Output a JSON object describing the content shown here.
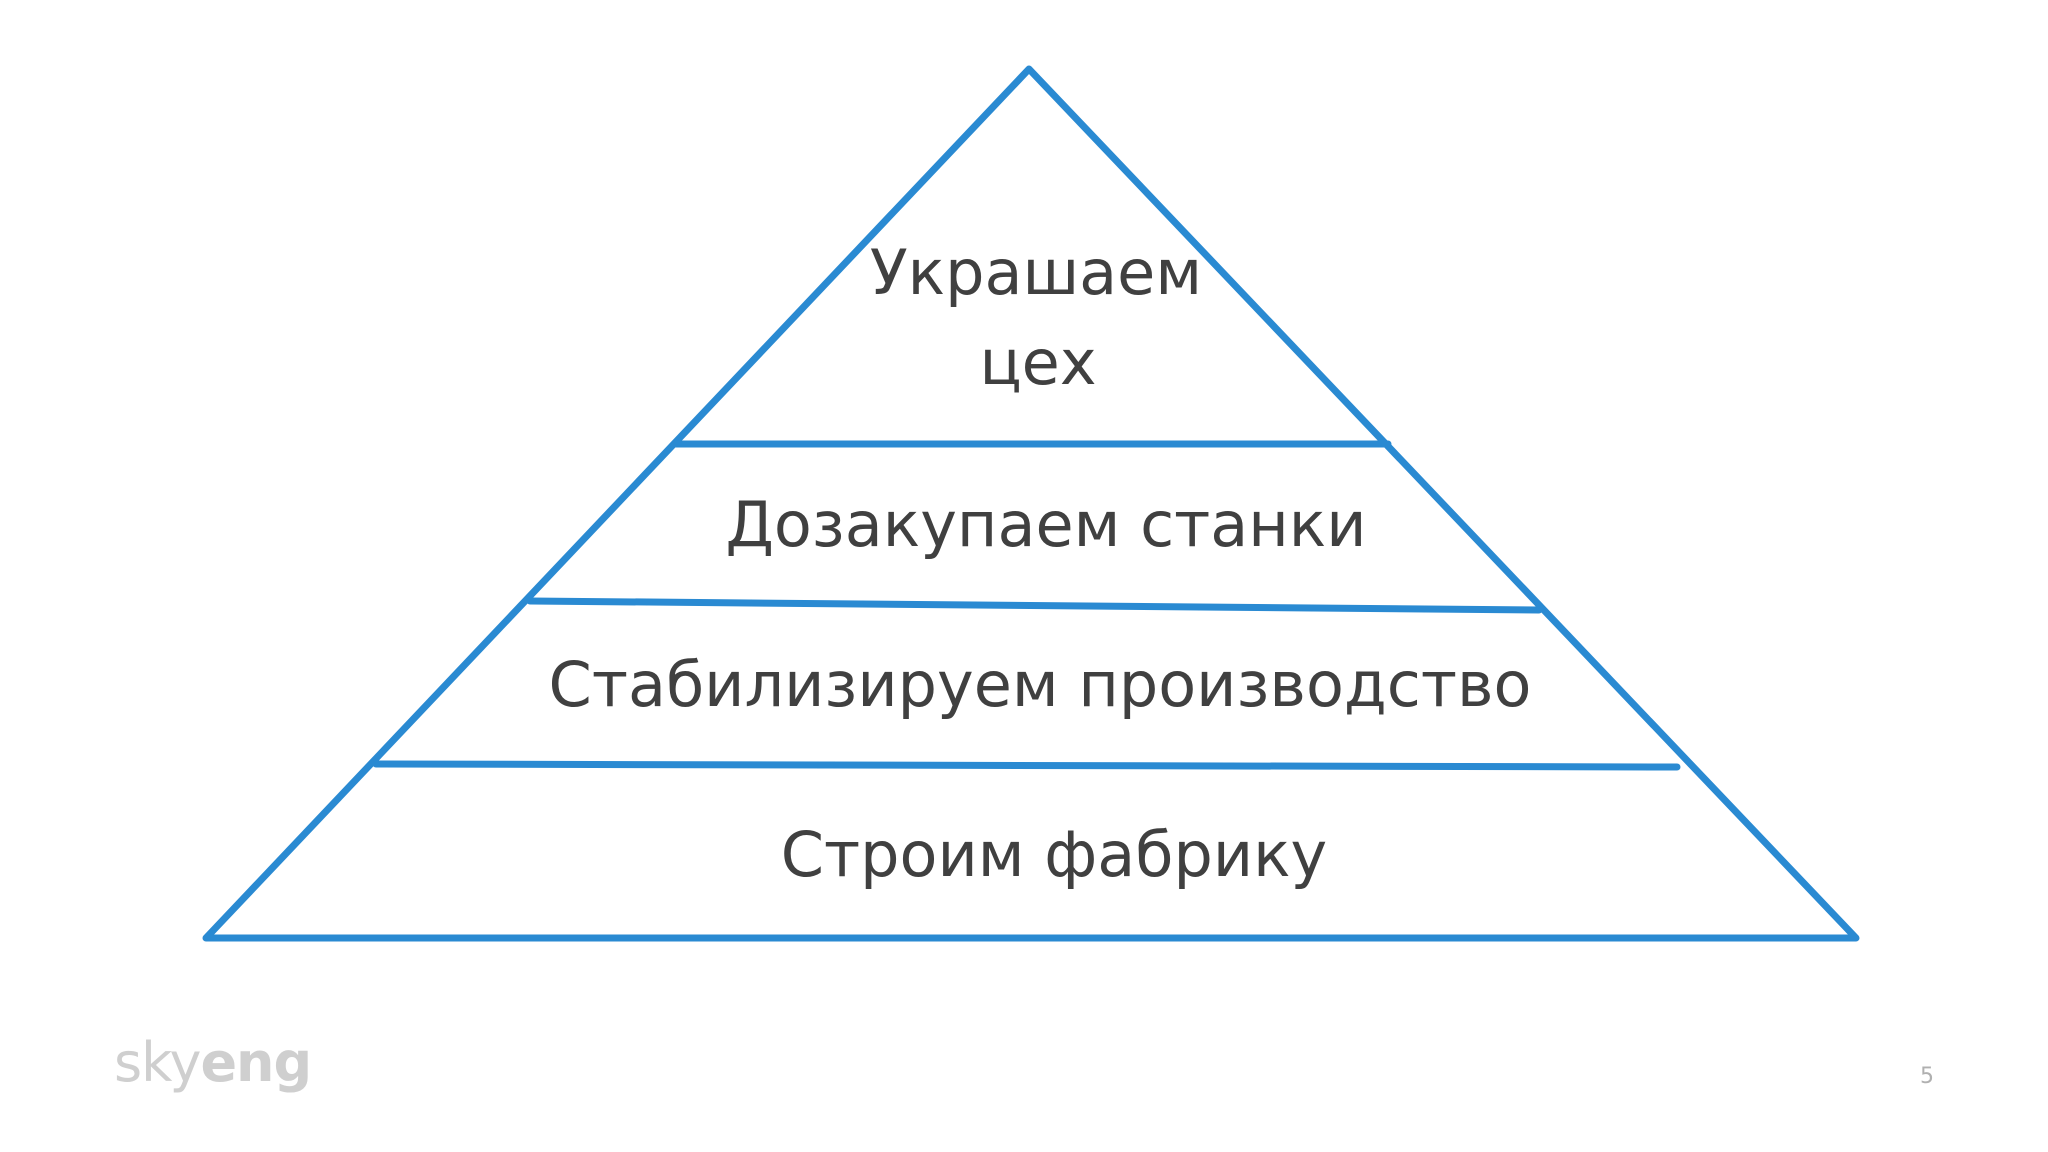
{
  "diagram": {
    "type": "pyramid",
    "line_color": "#2a8ad2",
    "text_color": "#404040",
    "levels": [
      {
        "line1": "Украшаем",
        "line2": "цех"
      },
      {
        "line1": "Дозакупаем станки"
      },
      {
        "line1": "Стабилизируем производство"
      },
      {
        "line1": "Строим фабрику"
      }
    ]
  },
  "footer": {
    "logo_light": "sky",
    "logo_bold": "eng",
    "page_number": "5"
  }
}
